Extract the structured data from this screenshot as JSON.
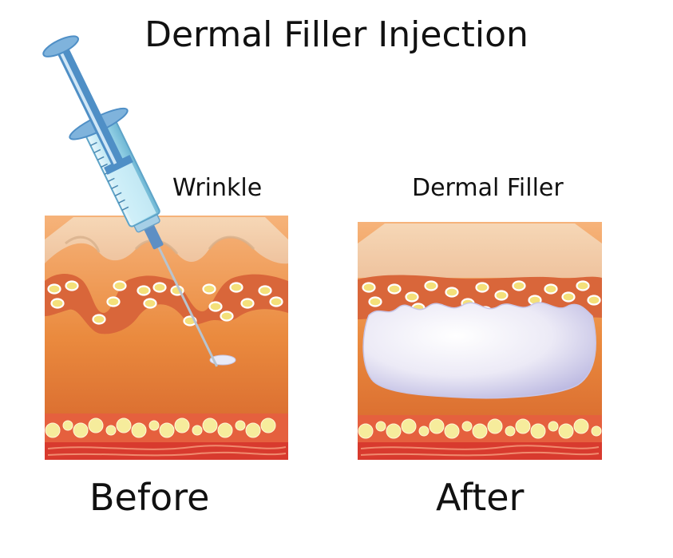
{
  "title": "Dermal Filler Injection",
  "labels": {
    "wrinkle": "Wrinkle",
    "dermal_filler": "Dermal Filler",
    "before": "Before",
    "after": "After"
  },
  "colors": {
    "epidermis_top": "#f6d7b6",
    "epidermis": "#efc39e",
    "dermis_top": "#f6b37a",
    "dermis_mid": "#ea8a3e",
    "dermis_bottom": "#d4612a",
    "cell_band": "#d9663a",
    "cell_fill": "#f4e07a",
    "cell_outline": "#ffffff",
    "fat_band": "#e5603e",
    "fat_cell": "#f6ec9c",
    "muscle": "#d83a2e",
    "filler": "#eceaf6",
    "filler_shade": "#b9b6e0",
    "syringe_barrel": "#a9dfef",
    "syringe_plunger": "#4f8fc6",
    "needle": "#b8c4cf"
  }
}
